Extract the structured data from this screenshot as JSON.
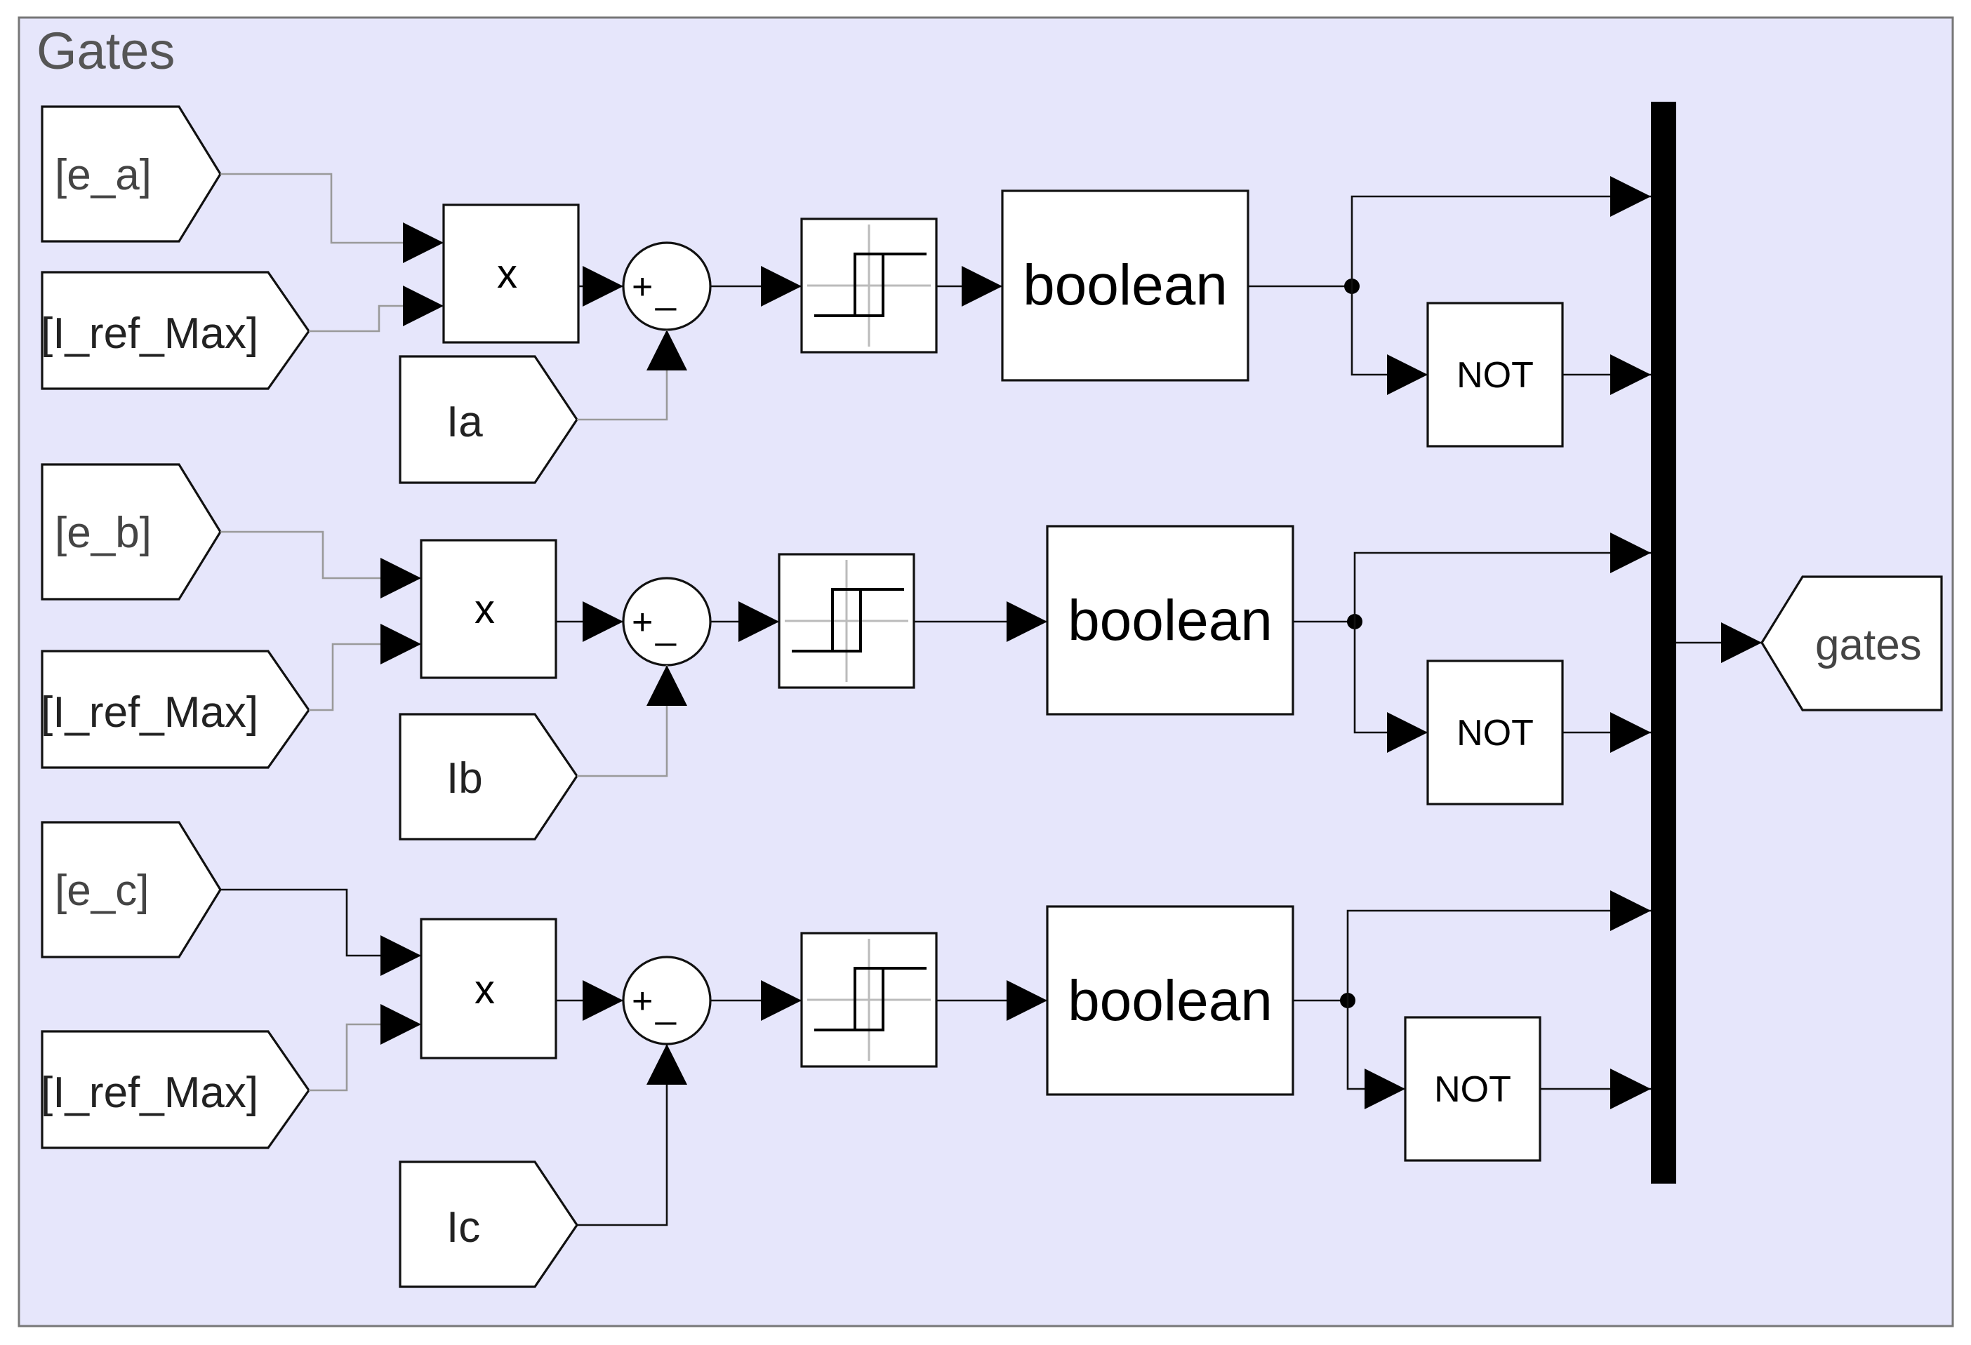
{
  "subsystem": {
    "title": "Gates",
    "background": "#e6e6fb",
    "border": "#777777"
  },
  "labels": {
    "multiply": "x",
    "sum_plus": "+",
    "sum_minus": "_",
    "boolean": "boolean",
    "not": "NOT"
  },
  "rows": [
    {
      "error_tag": "[e_a]",
      "ref_tag": "[I_ref_Max]",
      "current": "Ia"
    },
    {
      "error_tag": "[e_b]",
      "ref_tag": "[I_ref_Max]",
      "current": "Ib"
    },
    {
      "error_tag": "[e_c]",
      "ref_tag": "[I_ref_Max]",
      "current": "Ic"
    }
  ],
  "output": {
    "label": "gates"
  },
  "icons": {
    "relay": "hysteresis-relay-icon",
    "mux": "mux-bar-icon"
  }
}
